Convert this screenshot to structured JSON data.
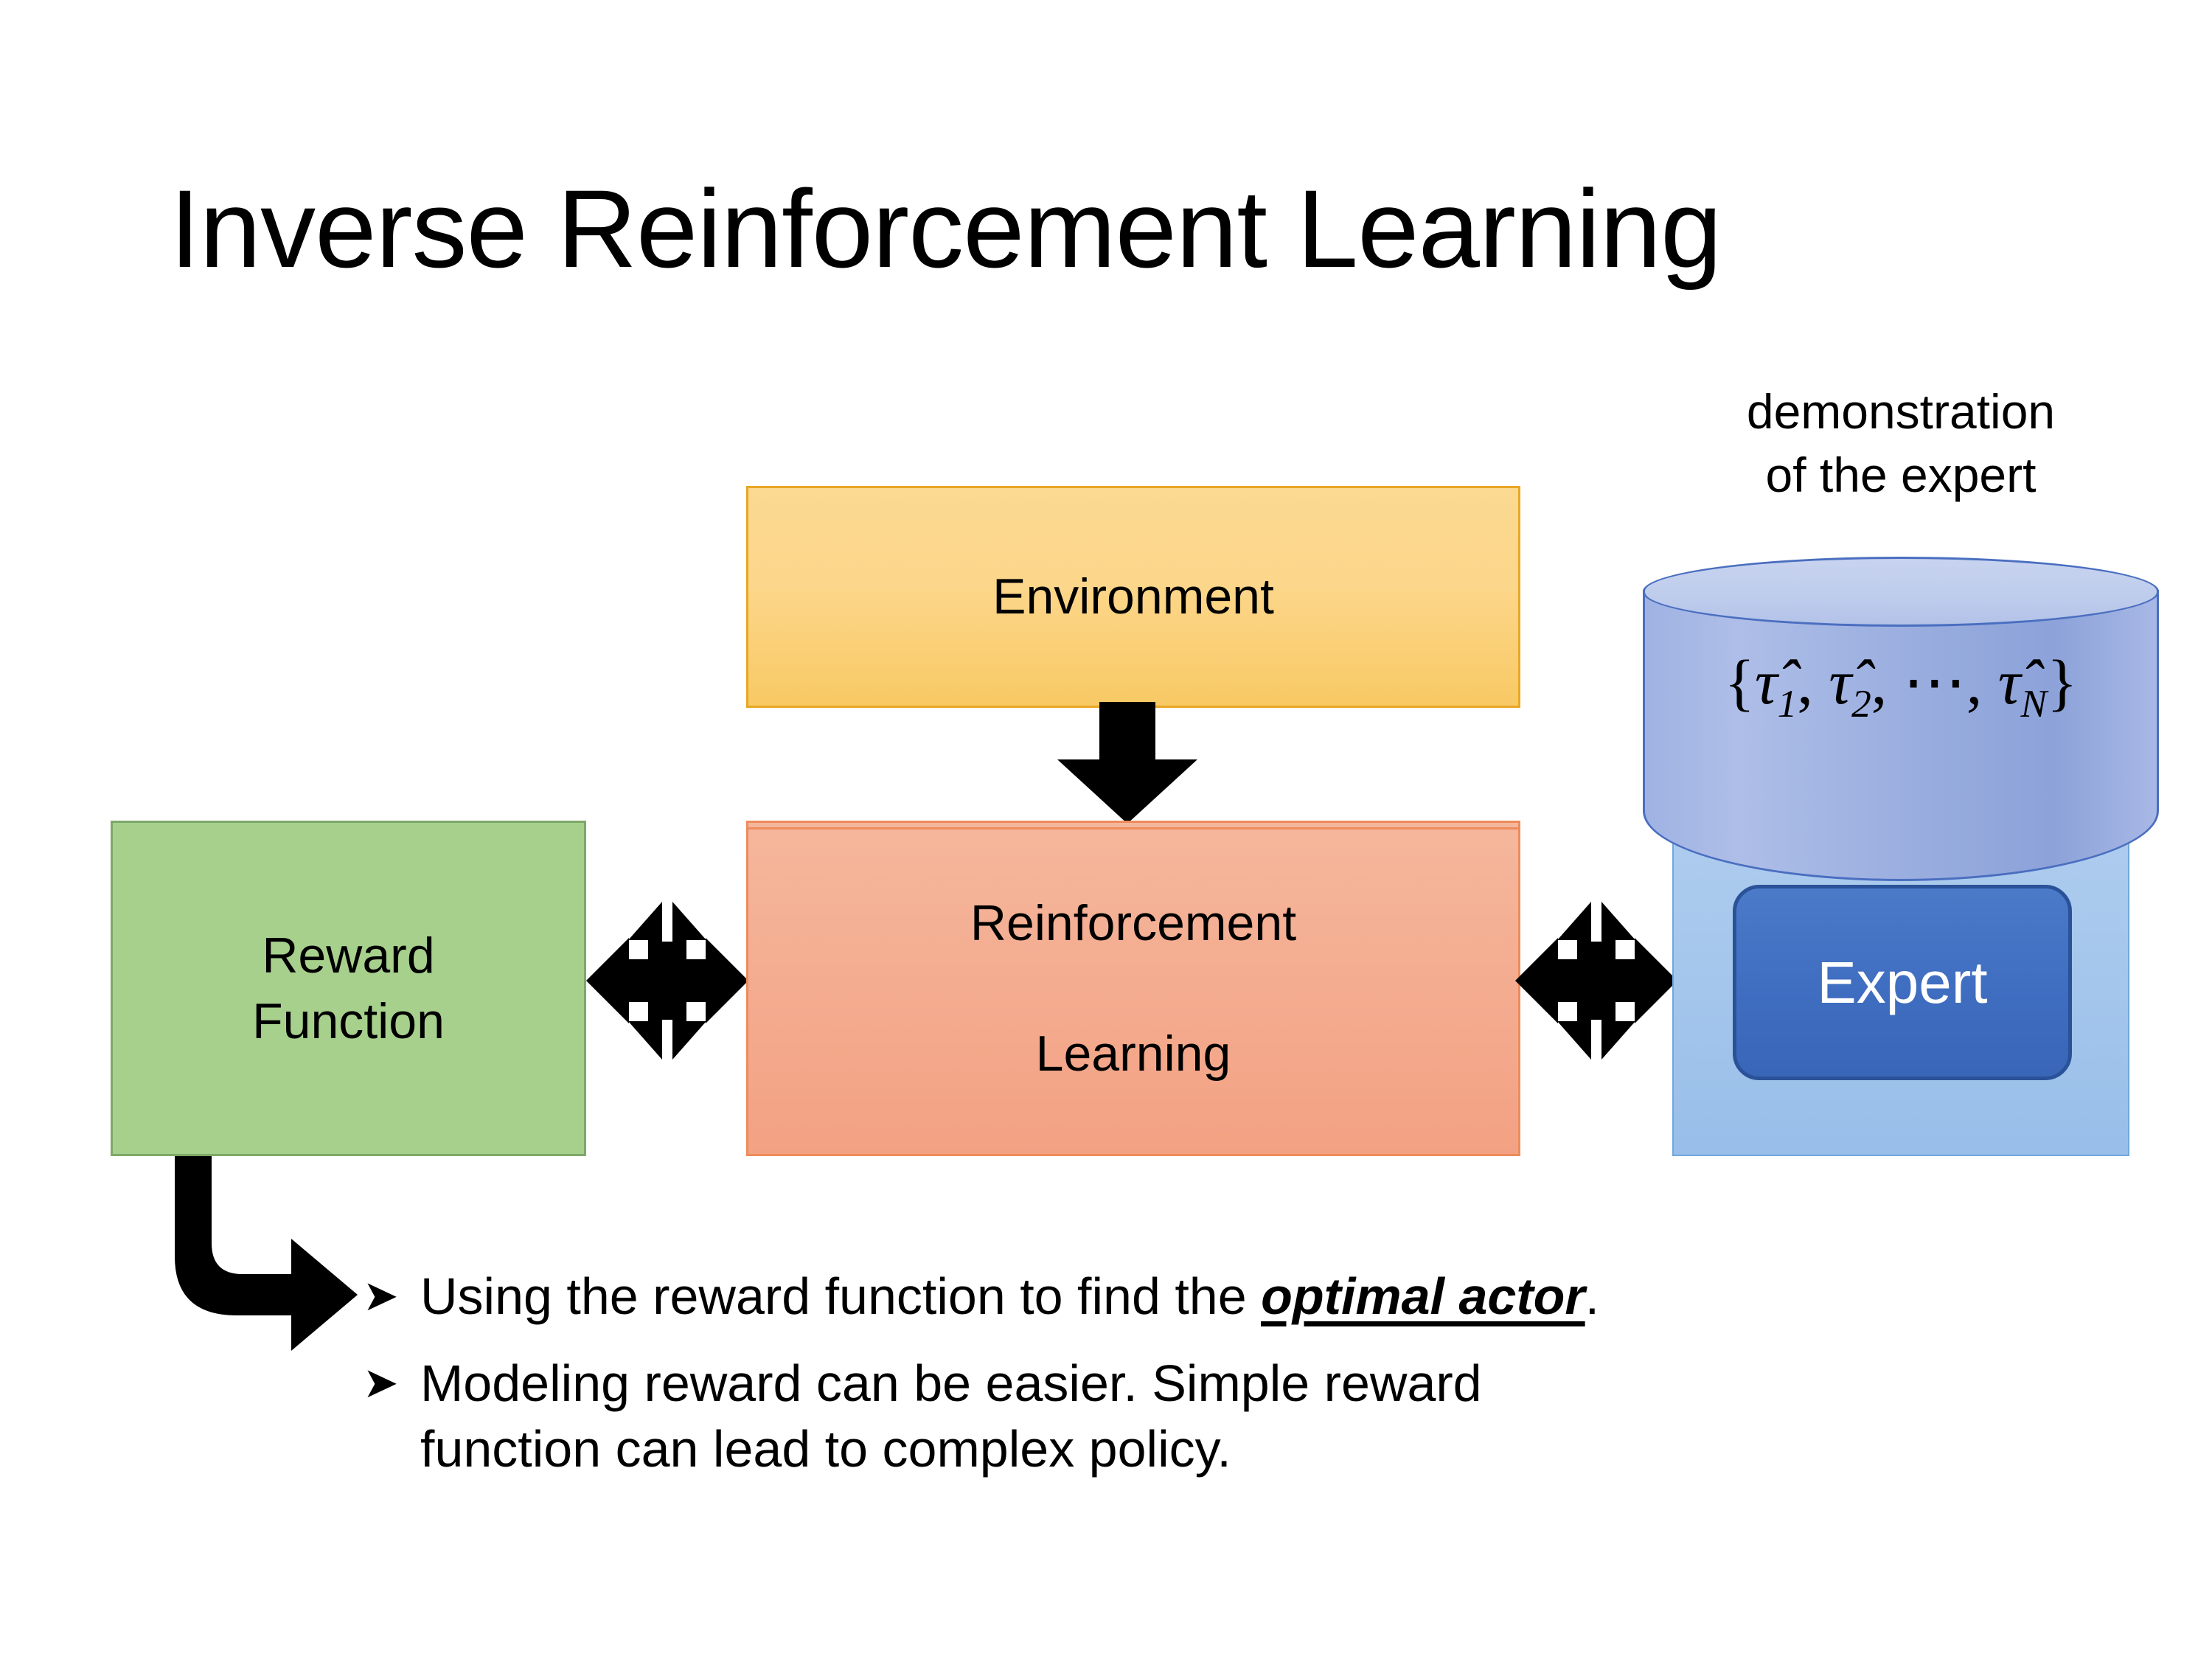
{
  "slide": {
    "title": "Inverse Reinforcement Learning",
    "background_color": "#FFFFFF"
  },
  "diagram": {
    "environment_box": {
      "label": "Environment",
      "fill_color": "#FBD38A",
      "border_color": "#E8A724"
    },
    "rl_box": {
      "label_line1": "Reinforcement",
      "label_line2": "Learning",
      "fill_color": "#F4AE92",
      "border_color": "#ED8B5C"
    },
    "reward_box": {
      "label_line1": "Reward",
      "label_line2": "Function",
      "fill_color": "#A8D08D",
      "border_color": "#7EA86A"
    },
    "expert_panel": {
      "fill_color": "#A4C6EC",
      "border_color": "#6FA8DC"
    },
    "expert_box": {
      "label": "Expert",
      "fill_color": "#4472C4",
      "border_color": "#2A5299",
      "text_color": "#FFFFFF"
    },
    "demonstration_cylinder": {
      "caption_line1": "demonstration",
      "caption_line2": "of the expert",
      "formula_open": "{",
      "formula_tau": "τ̂",
      "formula_sub1": "1",
      "formula_sep1": ", ",
      "formula_sub2": "2",
      "formula_sep2": ", ⋯, ",
      "formula_subN": "N",
      "formula_close": "}",
      "fill_color": "#9FB2E2",
      "top_color": "#C2CFEE",
      "border_color": "#4A6EC0"
    },
    "arrows": {
      "environment_to_rl": "down-arrow",
      "reward_to_rl": "double-headed-arrow",
      "rl_to_expert": "double-headed-arrow",
      "reward_to_bullets": "bent-elbow-arrow",
      "color": "#000000"
    }
  },
  "bullets": [
    {
      "marker": "➤",
      "text_before": "Using the reward function to find the ",
      "emphasis": "optimal actor",
      "text_after": ".",
      "text_line2": ""
    },
    {
      "marker": "➤",
      "text_before": "Modeling reward can be easier. Simple reward",
      "emphasis": "",
      "text_after": "",
      "text_line2": "function can lead to complex policy."
    }
  ]
}
